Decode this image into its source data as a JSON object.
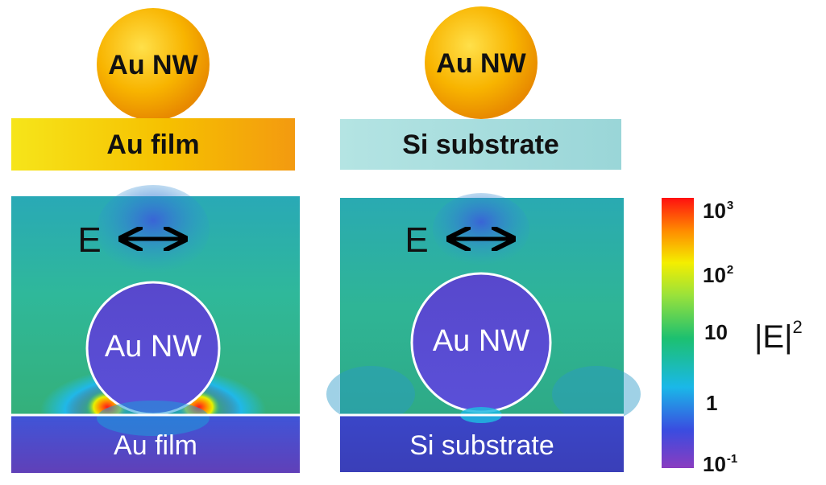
{
  "left_schematic": {
    "wire_label": "Au NW",
    "substrate_label": "Au film"
  },
  "right_schematic": {
    "wire_label": "Au NW",
    "substrate_label": "Si substrate"
  },
  "left_map": {
    "field_label": "E",
    "wire_label": "Au NW",
    "substrate_label": "Au film"
  },
  "right_map": {
    "field_label": "E",
    "wire_label": "Au NW",
    "substrate_label": "Si substrate"
  },
  "colorbar": {
    "title_base": "|E|",
    "title_exp": "2",
    "ticks": [
      {
        "base": "10",
        "exp": "3"
      },
      {
        "base": "10",
        "exp": "2"
      },
      {
        "base": "10",
        "exp": ""
      },
      {
        "base": "1",
        "exp": ""
      },
      {
        "base": "10",
        "exp": "-1"
      }
    ],
    "colors": [
      "#8040c0",
      "#3050e0",
      "#20c0e0",
      "#20c060",
      "#a0e040",
      "#f0f000",
      "#ff8000",
      "#ff0000"
    ]
  },
  "colors": {
    "gold_sphere": "#f5a800",
    "gold_film": "#f6c200",
    "si_substrate": "#a9dfe0",
    "map_background": "#30b8a0",
    "wire_interior": "#5a4bd0",
    "map_substrate": "#3a45c0",
    "hotspot": "#ff2020"
  }
}
